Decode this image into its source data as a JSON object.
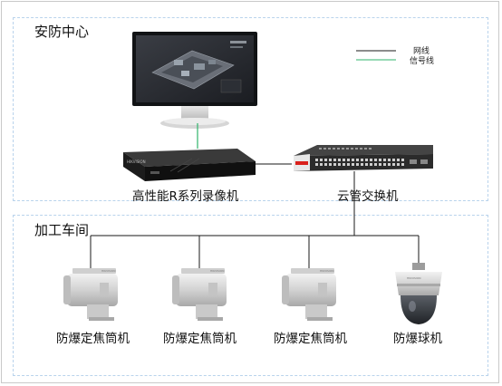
{
  "zones": {
    "control_center": "安防中心",
    "workshop": "加工车间"
  },
  "legend": {
    "network_line": "网线",
    "signal_line": "信号线"
  },
  "colors": {
    "network_line": "#1a1a1a",
    "signal_line": "#2fb36b",
    "zone_border": "#b9d3ec",
    "brand_red": "#d9201b"
  },
  "devices": {
    "nvr": "高性能R系列录像机",
    "switch": "云管交换机",
    "cameras": [
      "防爆定焦筒机",
      "防爆定焦筒机",
      "防爆定焦筒机",
      "防爆球机"
    ]
  }
}
